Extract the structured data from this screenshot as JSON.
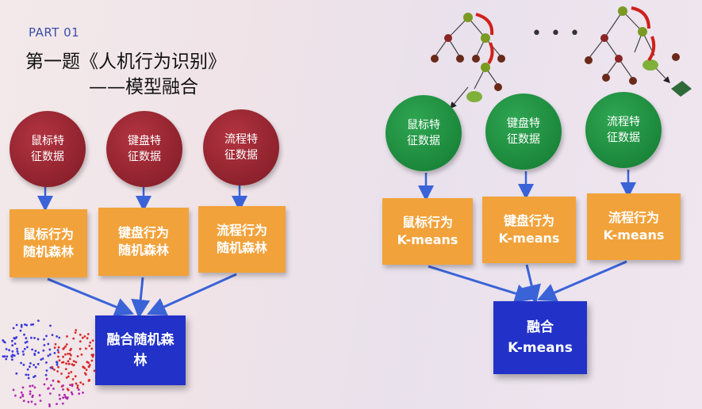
{
  "header": {
    "part": "PART 01",
    "title_line1": "第一题《人机行为识别》",
    "title_line2": "——模型融合"
  },
  "left_model": {
    "sources": [
      "鼠标特\n征数据",
      "键盘特\n征数据",
      "流程特\n征数据"
    ],
    "models": [
      "鼠标行为\n随机森林",
      "键盘行为\n随机森林",
      "流程行为\n随机森林"
    ],
    "fusion": "融合随机森\n林"
  },
  "right_model": {
    "sources": [
      "鼠标特\n征数据",
      "键盘特\n征数据",
      "流程特\n征数据"
    ],
    "models": [
      "鼠标行为\nK-means",
      "键盘行为\nK-means",
      "流程行为\nK-means"
    ],
    "fusion": "融合\nK-means"
  },
  "ellipsis": "• • •",
  "colors": {
    "red_circle": "#8e2230",
    "green_circle": "#1f8e3d",
    "orange_box": "#f2a23a",
    "blue_box": "#2232c8",
    "arrow": "#3a63d8"
  }
}
